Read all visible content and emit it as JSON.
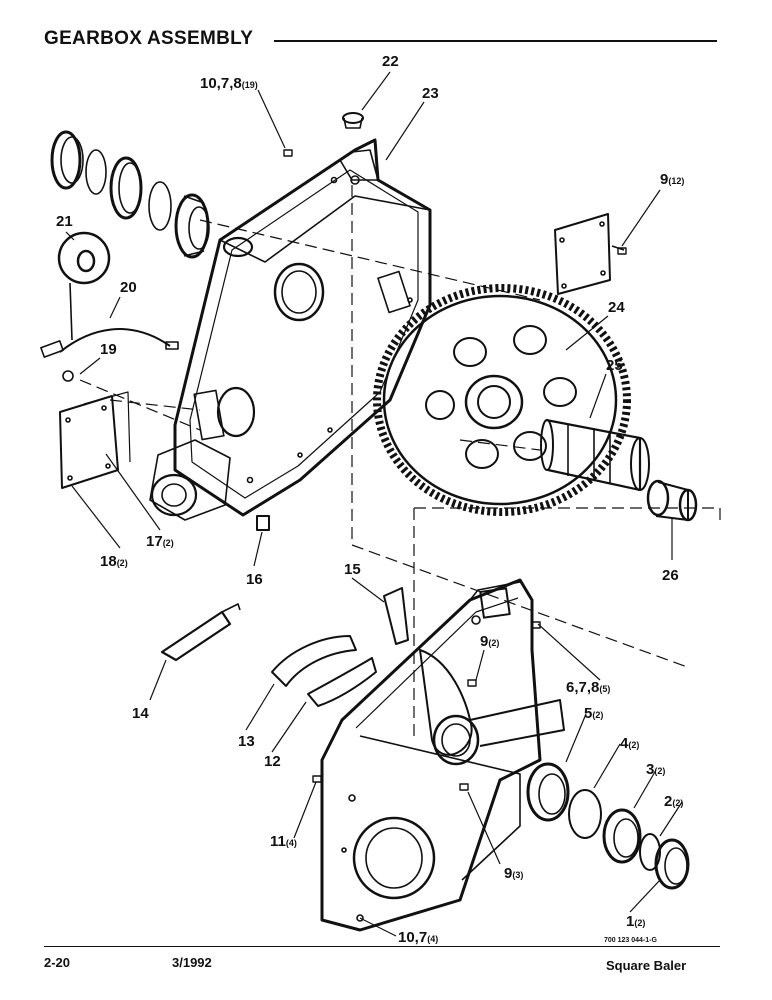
{
  "header": {
    "title": "GEARBOX ASSEMBLY"
  },
  "callouts": [
    {
      "label": "22",
      "qty": ""
    },
    {
      "label": "10,7,8",
      "qty": "(19)"
    },
    {
      "label": "23",
      "qty": ""
    },
    {
      "label": "9",
      "qty": "(12)"
    },
    {
      "label": "21",
      "qty": ""
    },
    {
      "label": "20",
      "qty": ""
    },
    {
      "label": "24",
      "qty": ""
    },
    {
      "label": "19",
      "qty": ""
    },
    {
      "label": "25",
      "qty": ""
    },
    {
      "label": "17",
      "qty": "(2)"
    },
    {
      "label": "18",
      "qty": "(2)"
    },
    {
      "label": "16",
      "qty": ""
    },
    {
      "label": "26",
      "qty": ""
    },
    {
      "label": "15",
      "qty": ""
    },
    {
      "label": "9",
      "qty": "(2)"
    },
    {
      "label": "6,7,8",
      "qty": "(5)"
    },
    {
      "label": "14",
      "qty": ""
    },
    {
      "label": "5",
      "qty": "(2)"
    },
    {
      "label": "13",
      "qty": ""
    },
    {
      "label": "4",
      "qty": "(2)"
    },
    {
      "label": "12",
      "qty": ""
    },
    {
      "label": "3",
      "qty": "(2)"
    },
    {
      "label": "2",
      "qty": "(2)"
    },
    {
      "label": "11",
      "qty": "(4)"
    },
    {
      "label": "9",
      "qty": "(3)"
    },
    {
      "label": "1",
      "qty": "(2)"
    },
    {
      "label": "10,7",
      "qty": "(4)"
    }
  ],
  "footer": {
    "page": "2-20",
    "date": "3/1992",
    "product": "Square Baler",
    "doc_number": "700 123 044-1-G"
  }
}
